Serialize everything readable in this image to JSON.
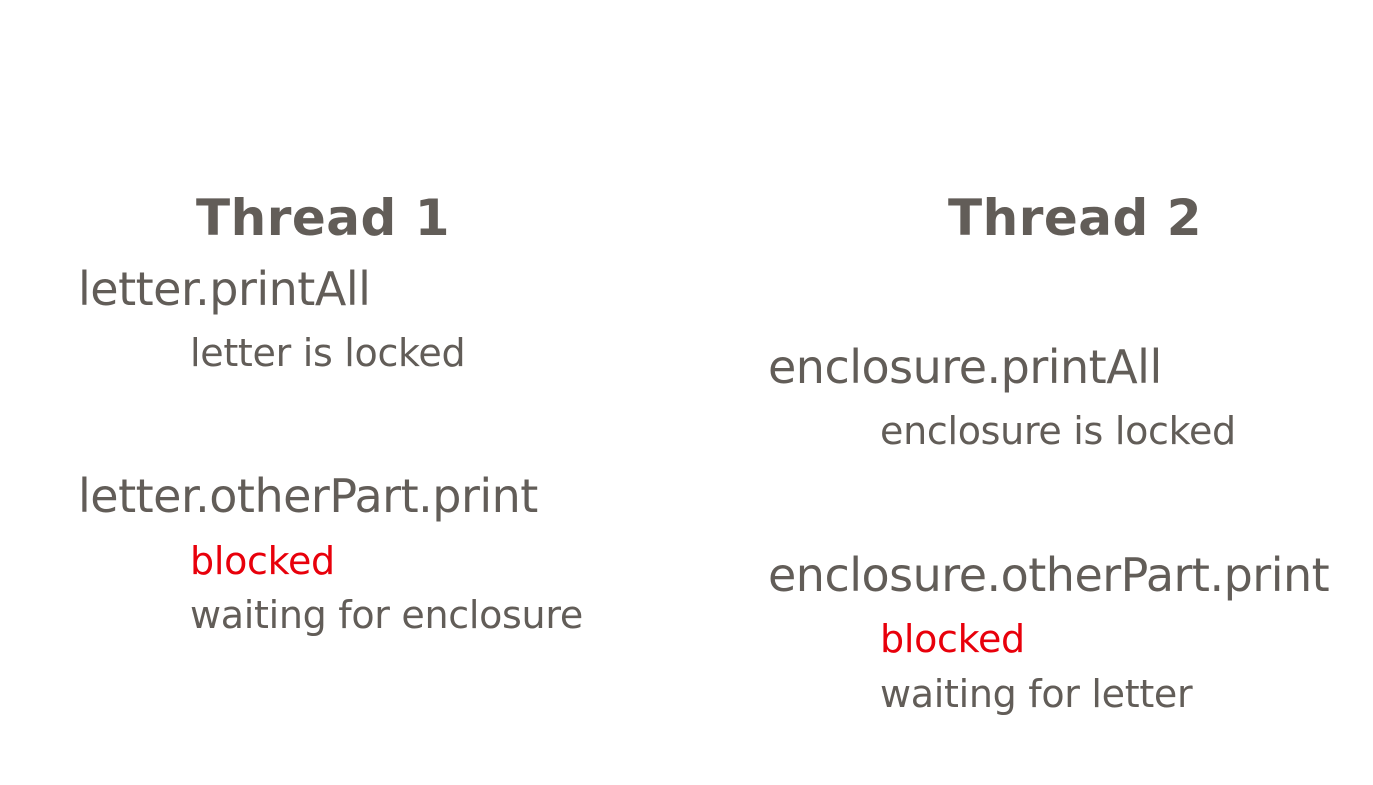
{
  "colors": {
    "text": "#625d58",
    "blocked": "#e8000b",
    "background": "#ffffff"
  },
  "thread1": {
    "heading": "Thread 1",
    "step1": {
      "call": "letter.printAll",
      "note": "letter is locked"
    },
    "step2": {
      "call": "letter.otherPart.print",
      "status": "blocked",
      "note": "waiting for enclosure"
    }
  },
  "thread2": {
    "heading": "Thread 2",
    "step1": {
      "call": "enclosure.printAll",
      "note": "enclosure is locked"
    },
    "step2": {
      "call": "enclosure.otherPart.print",
      "status": "blocked",
      "note": "waiting for letter"
    }
  }
}
